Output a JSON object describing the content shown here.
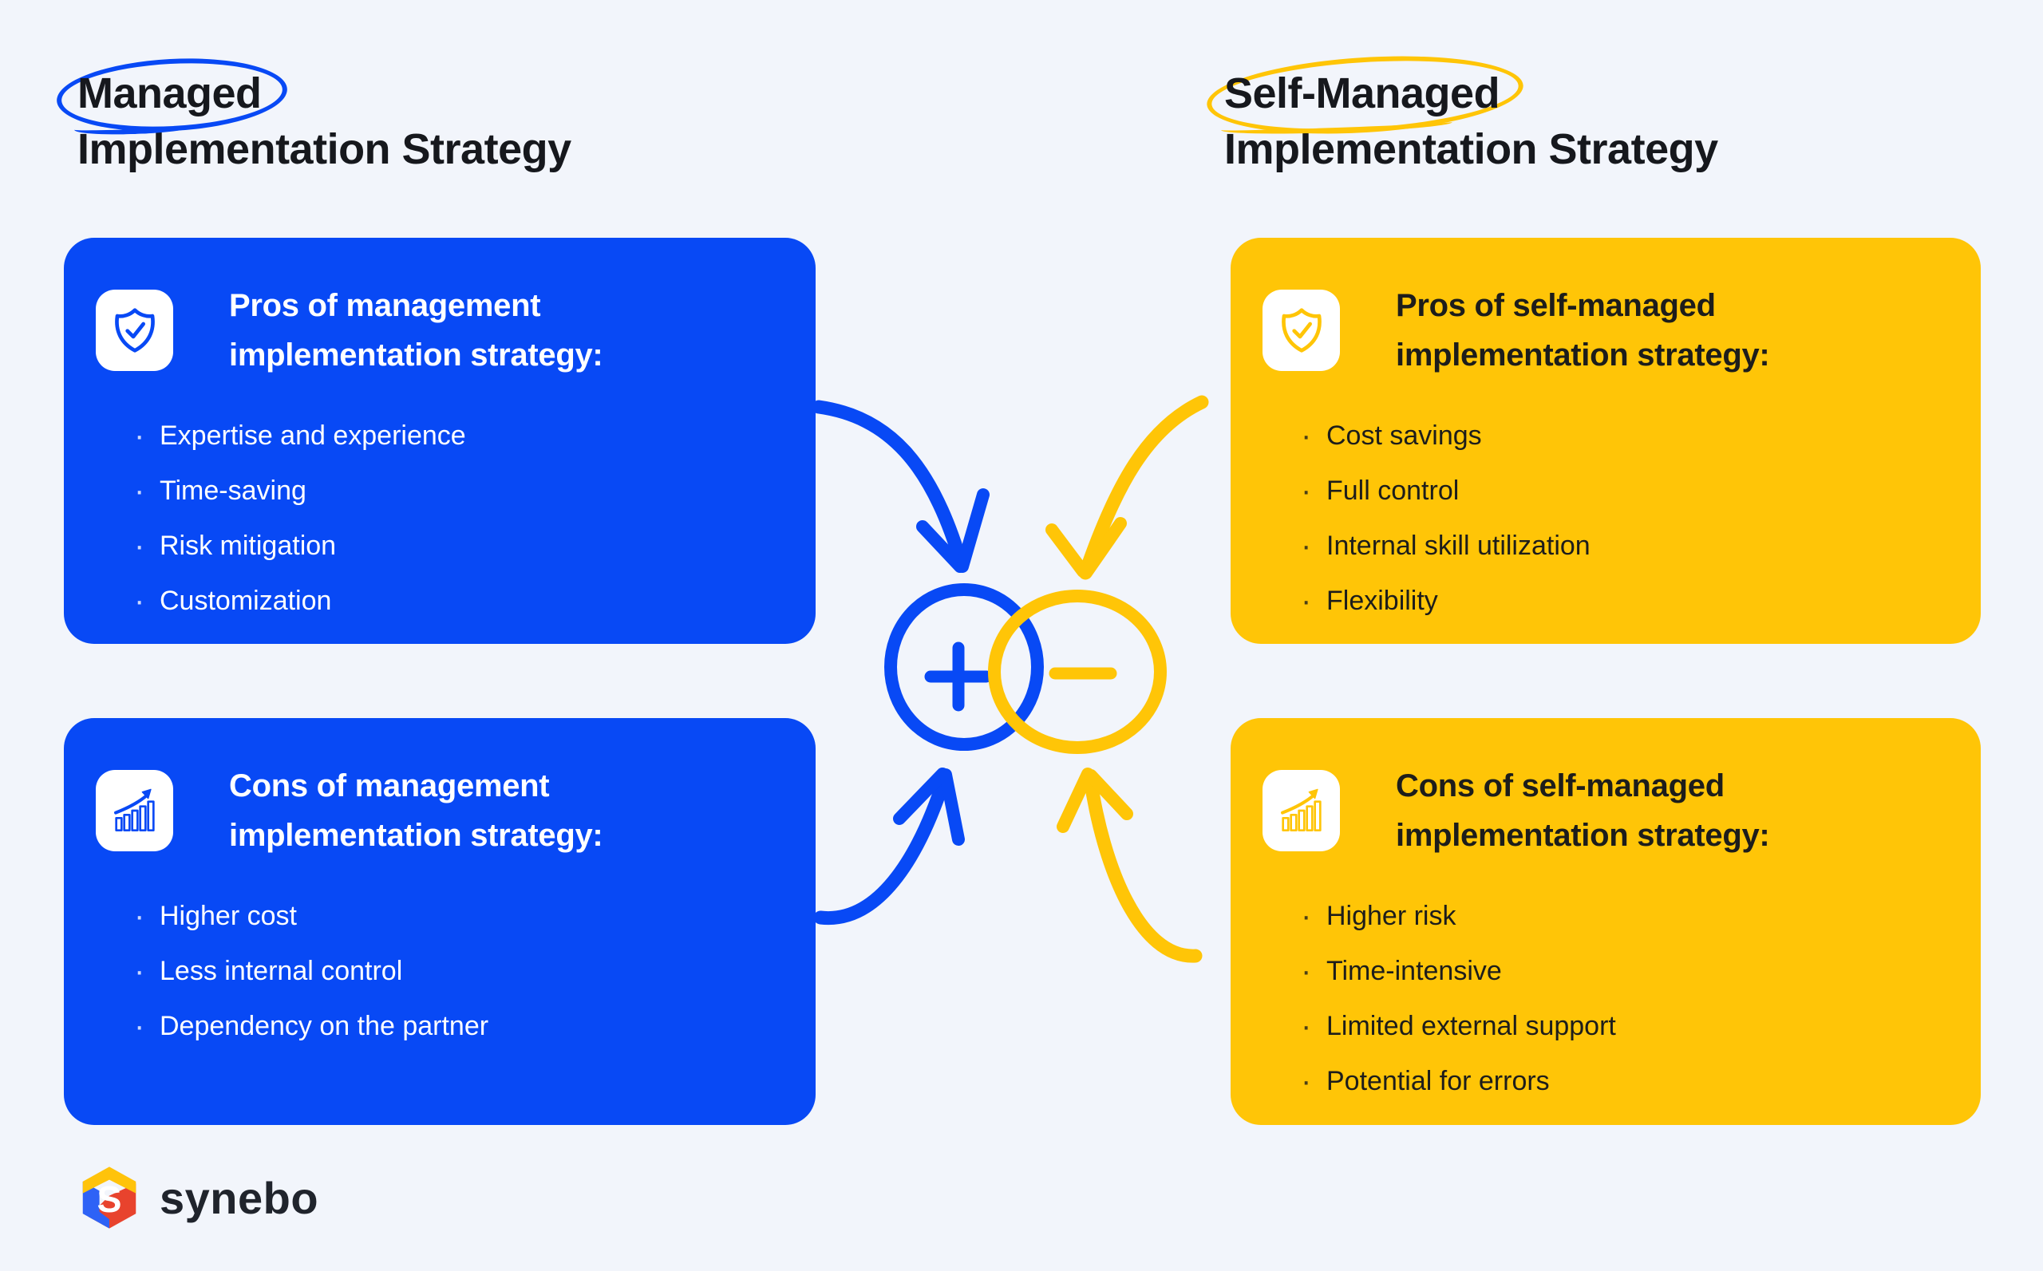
{
  "colors": {
    "background": "#F2F5FB",
    "blue": "#0849F5",
    "yellow": "#FFC507",
    "ink": "#16181D",
    "card_text_light": "#FFFFFF",
    "card_text_dark": "#1D1D1B",
    "logo_yellow": "#FFC30B",
    "logo_blue": "#2E62F6",
    "logo_red": "#E8432D"
  },
  "headings": {
    "left": {
      "circled": "Managed",
      "line2": "Implementation Strategy"
    },
    "right": {
      "circled": "Self-Managed",
      "line2": "Implementation Strategy"
    }
  },
  "ui": {
    "bullet": "·"
  },
  "cards": [
    {
      "id": "managed-pros",
      "theme": "blue",
      "icon": "shield-check-icon",
      "title": "Pros of management implementation strategy:",
      "items": [
        "Expertise and experience",
        "Time-saving",
        "Risk mitigation",
        "Customization"
      ]
    },
    {
      "id": "managed-cons",
      "theme": "blue",
      "icon": "bar-chart-rise-icon",
      "title": "Cons of management implementation strategy:",
      "items": [
        "Higher cost",
        "Less internal control",
        "Dependency on the partner"
      ]
    },
    {
      "id": "self-managed-pros",
      "theme": "yellow",
      "icon": "shield-check-icon",
      "title": "Pros of self-managed implementation strategy:",
      "items": [
        "Cost savings",
        "Full control",
        "Internal skill utilization",
        "Flexibility"
      ]
    },
    {
      "id": "self-managed-cons",
      "theme": "yellow",
      "icon": "bar-chart-rise-icon",
      "title": "Cons of self-managed implementation strategy:",
      "items": [
        "Higher risk",
        "Time-intensive",
        "Limited external support",
        "Potential for errors"
      ]
    }
  ],
  "center": {
    "plus": "+",
    "minus": "−"
  },
  "logo": {
    "wordmark": "synebo",
    "monogram": "S"
  }
}
